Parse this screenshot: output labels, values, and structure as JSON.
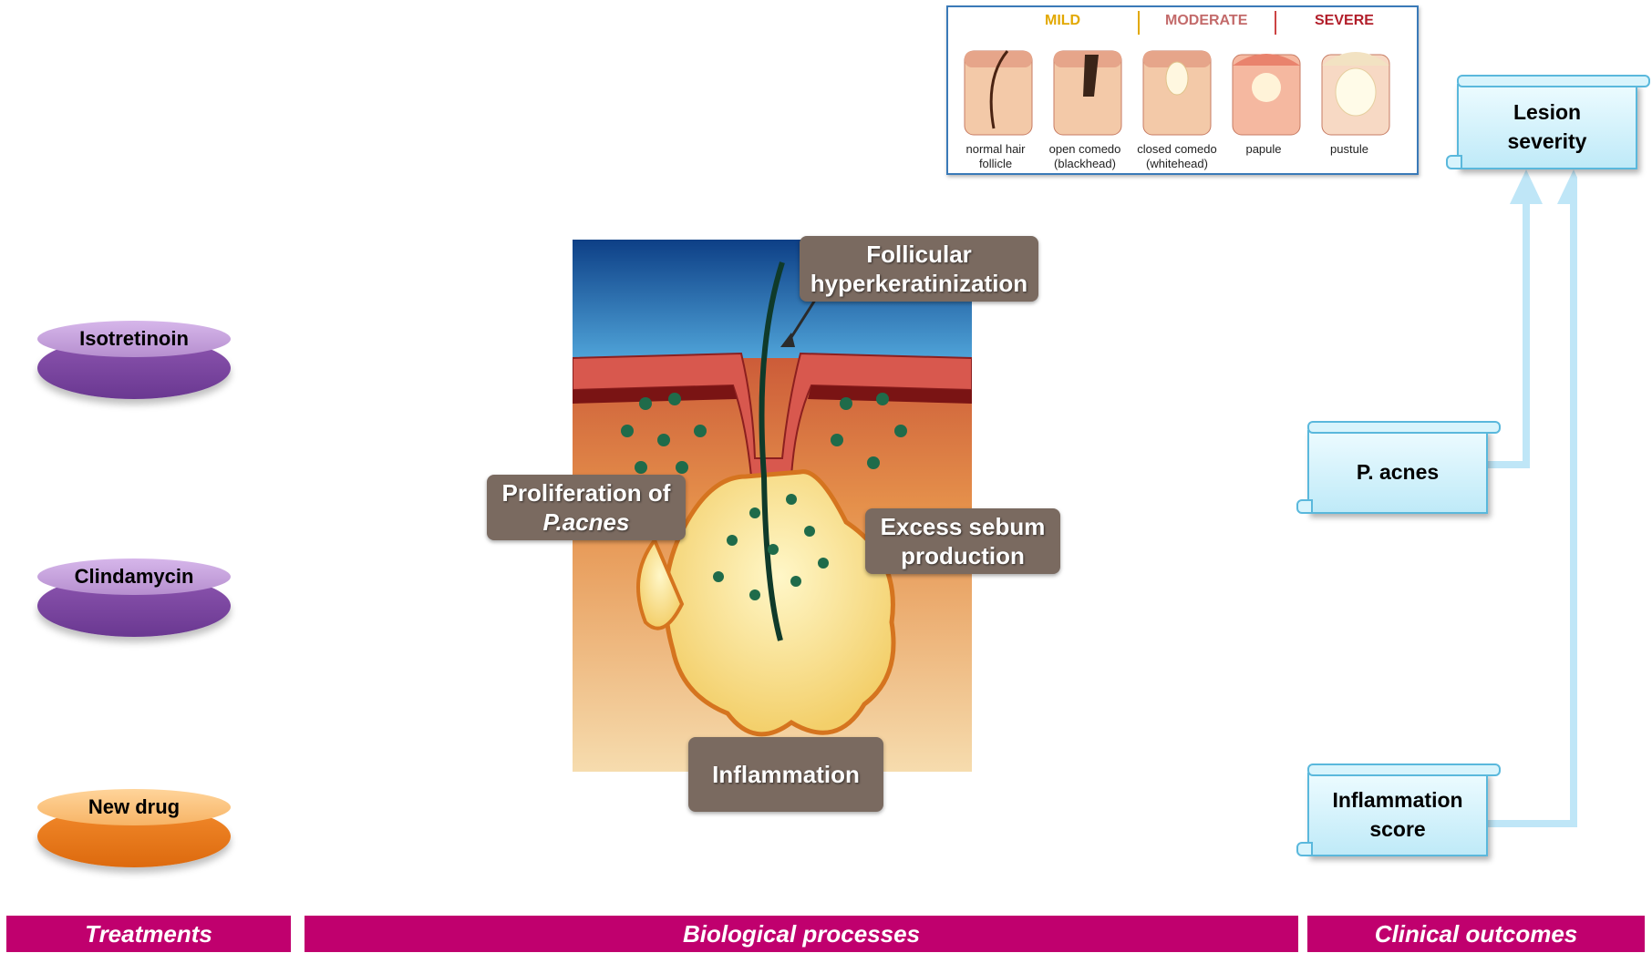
{
  "treatments": [
    {
      "label": "Isotretinoin",
      "color": "#8d56b0"
    },
    {
      "label": "Clindamycin",
      "color": "#8d56b0"
    },
    {
      "label": "New drug",
      "color": "#f28a2c"
    }
  ],
  "categories": {
    "treatments": "Treatments",
    "biological": "Biological processes",
    "clinical": "Clinical outcomes"
  },
  "processes": {
    "follicular_line1": "Follicular",
    "follicular_line2": "hyperkeratinization",
    "proliferation_line1": "Proliferation of",
    "proliferation_line2": "P.acnes",
    "sebum_line1": "Excess sebum",
    "sebum_line2": "production",
    "inflammation": "Inflammation"
  },
  "severity_scale": {
    "headers": [
      "MILD",
      "MODERATE",
      "SEVERE"
    ],
    "stages": [
      {
        "line1": "normal hair",
        "line2": "follicle"
      },
      {
        "line1": "open comedo",
        "line2": "(blackhead)"
      },
      {
        "line1": "closed comedo",
        "line2": "(whitehead)"
      },
      {
        "line1": "papule",
        "line2": ""
      },
      {
        "line1": "pustule",
        "line2": ""
      }
    ]
  },
  "outcomes": {
    "lesion_line1": "Lesion",
    "lesion_line2": "severity",
    "pacnes": "P. acnes",
    "inflammation_line1": "Inflammation",
    "inflammation_line2": "score"
  },
  "colors": {
    "category_bar": "#c0006e",
    "arrow": "#bfe6f7",
    "label_bg": "#7a6a60"
  }
}
